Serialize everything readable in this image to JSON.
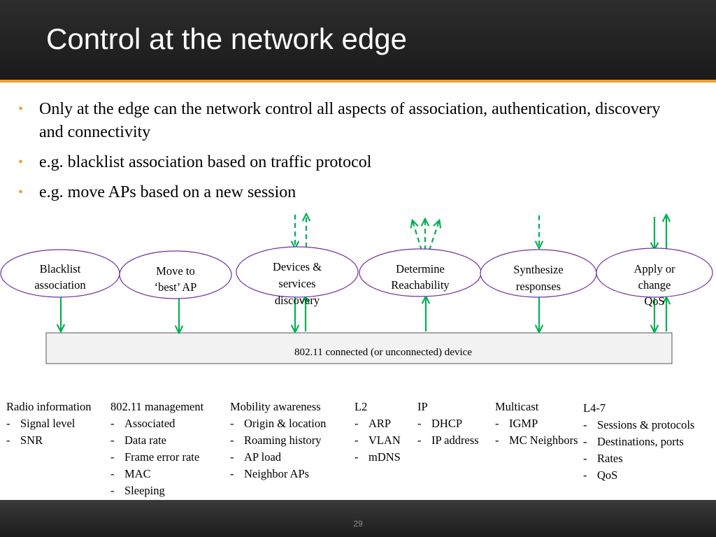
{
  "slide": {
    "title": "Control at the network edge",
    "page_number": "29"
  },
  "bullets": [
    {
      "text": "Only at the edge can the network control all aspects of association, authentication, discovery and connectivity"
    },
    {
      "text": "e.g. blacklist association based on traffic protocol"
    },
    {
      "text": "e.g. move APs based on a new session"
    }
  ],
  "diagram": {
    "nodes": [
      {
        "lines": [
          "Blacklist",
          "association"
        ]
      },
      {
        "lines": [
          "Move to",
          "‘best’ AP"
        ]
      },
      {
        "lines": [
          "Devices &",
          "services",
          "discovery"
        ]
      },
      {
        "lines": [
          "Determine",
          "Reachability"
        ]
      },
      {
        "lines": [
          "Synthesize",
          "responses"
        ]
      },
      {
        "lines": [
          "Apply or",
          "change",
          "QoS"
        ]
      }
    ],
    "device_label": "802.11 connected (or unconnected) device",
    "colors": {
      "arrow": "#00b050",
      "ellipse_border": "#7030a0",
      "device_fill": "#f2f2f2",
      "bullet": "#f0a030"
    }
  },
  "columns": [
    {
      "title": "Radio information",
      "items": [
        "Signal level",
        "SNR"
      ]
    },
    {
      "title": "802.11 management",
      "items": [
        "Associated",
        "Data rate",
        "Frame error rate",
        "MAC",
        "Sleeping"
      ]
    },
    {
      "title": "Mobility awareness",
      "items": [
        "Origin & location",
        "Roaming history",
        "AP load",
        "Neighbor APs"
      ]
    },
    {
      "title": "L2",
      "items": [
        "ARP",
        "VLAN",
        "mDNS"
      ]
    },
    {
      "title": "IP",
      "items": [
        "DHCP",
        "IP address"
      ]
    },
    {
      "title": "Multicast",
      "items": [
        "IGMP",
        "MC Neighbors"
      ]
    },
    {
      "title": "L4-7",
      "items": [
        "Sessions & protocols",
        "Destinations, ports",
        "Rates",
        "QoS"
      ]
    }
  ]
}
